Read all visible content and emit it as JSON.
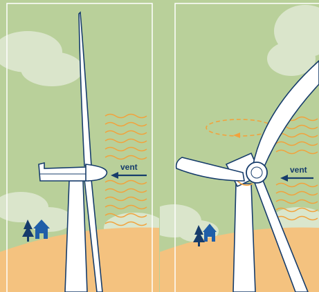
{
  "colors": {
    "sky": "#b9d09a",
    "cloud": "#e6eddc",
    "hill": "#f4c27f",
    "outline": "#163c6b",
    "turbine": "#ffffff",
    "wind": "#f2a23c",
    "house": "#1f5ea8",
    "frame": "#ffffff"
  },
  "panels": [
    {
      "label": "vent",
      "state": "feathered-stopped",
      "icons": [
        "tree-icon",
        "house-icon",
        "wind-arrow-icon"
      ]
    },
    {
      "label": "vent",
      "state": "rotating",
      "icons": [
        "tree-icon",
        "house-icon",
        "wind-arrow-icon",
        "rotation-arrow-icon"
      ]
    }
  ]
}
